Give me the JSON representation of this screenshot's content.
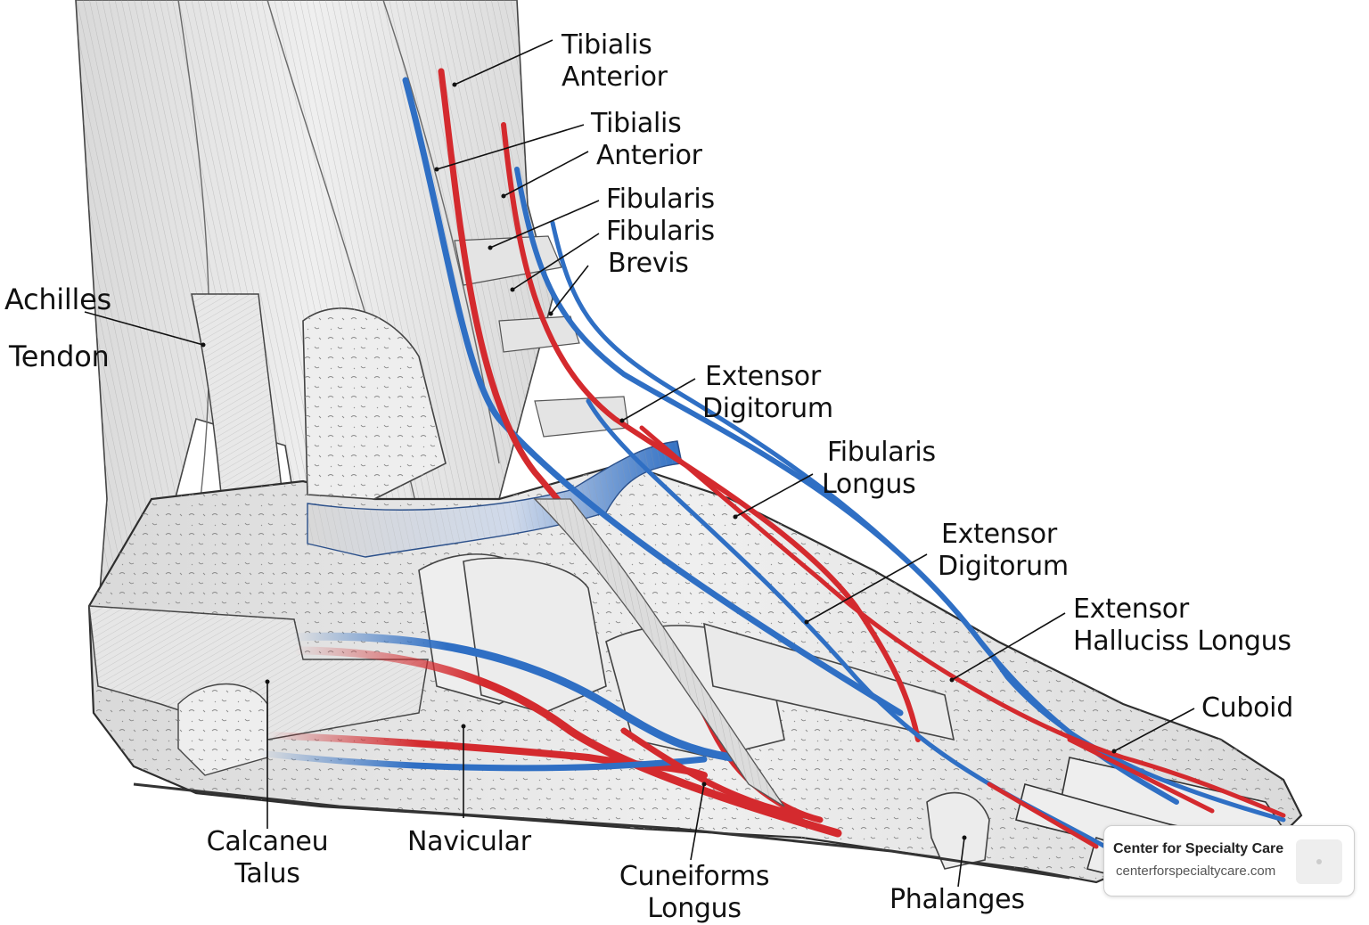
{
  "colors": {
    "artery": "#d42a2e",
    "vein": "#2f6fc4",
    "ink": "#111111",
    "bone": "#ececec",
    "tendon": "#dedede"
  },
  "labels": {
    "tibialis_anterior_1": [
      "Tibialis",
      "Anterior"
    ],
    "tibialis_anterior_2": [
      "Tibialis",
      "Anterior"
    ],
    "fibularis": "Fibularis",
    "fibularis_brevis": [
      "Fibularis",
      "Brevis"
    ],
    "achilles_tendon": [
      "Achilles",
      "Tendon"
    ],
    "extensor_digitorum_1": [
      "Extensor",
      "Digitorum"
    ],
    "fibularis_longus": [
      "Fibularis",
      "Longus"
    ],
    "extensor_digitorum_2": [
      "Extensor",
      "Digitorum"
    ],
    "extensor_hallucis_longus": [
      "Extensor",
      "Halluciss Longus"
    ],
    "cuboid": "Cuboid",
    "calcaneus_talus": [
      "Calcaneu",
      "Talus"
    ],
    "navicular": "Navicular",
    "cuneiforms_longus": [
      "Cuneiforms",
      "Longus"
    ],
    "phalanges": "Phalanges"
  },
  "badge": {
    "name": "Center for Specialty Care",
    "url": "centerforspecialtycare.com"
  }
}
